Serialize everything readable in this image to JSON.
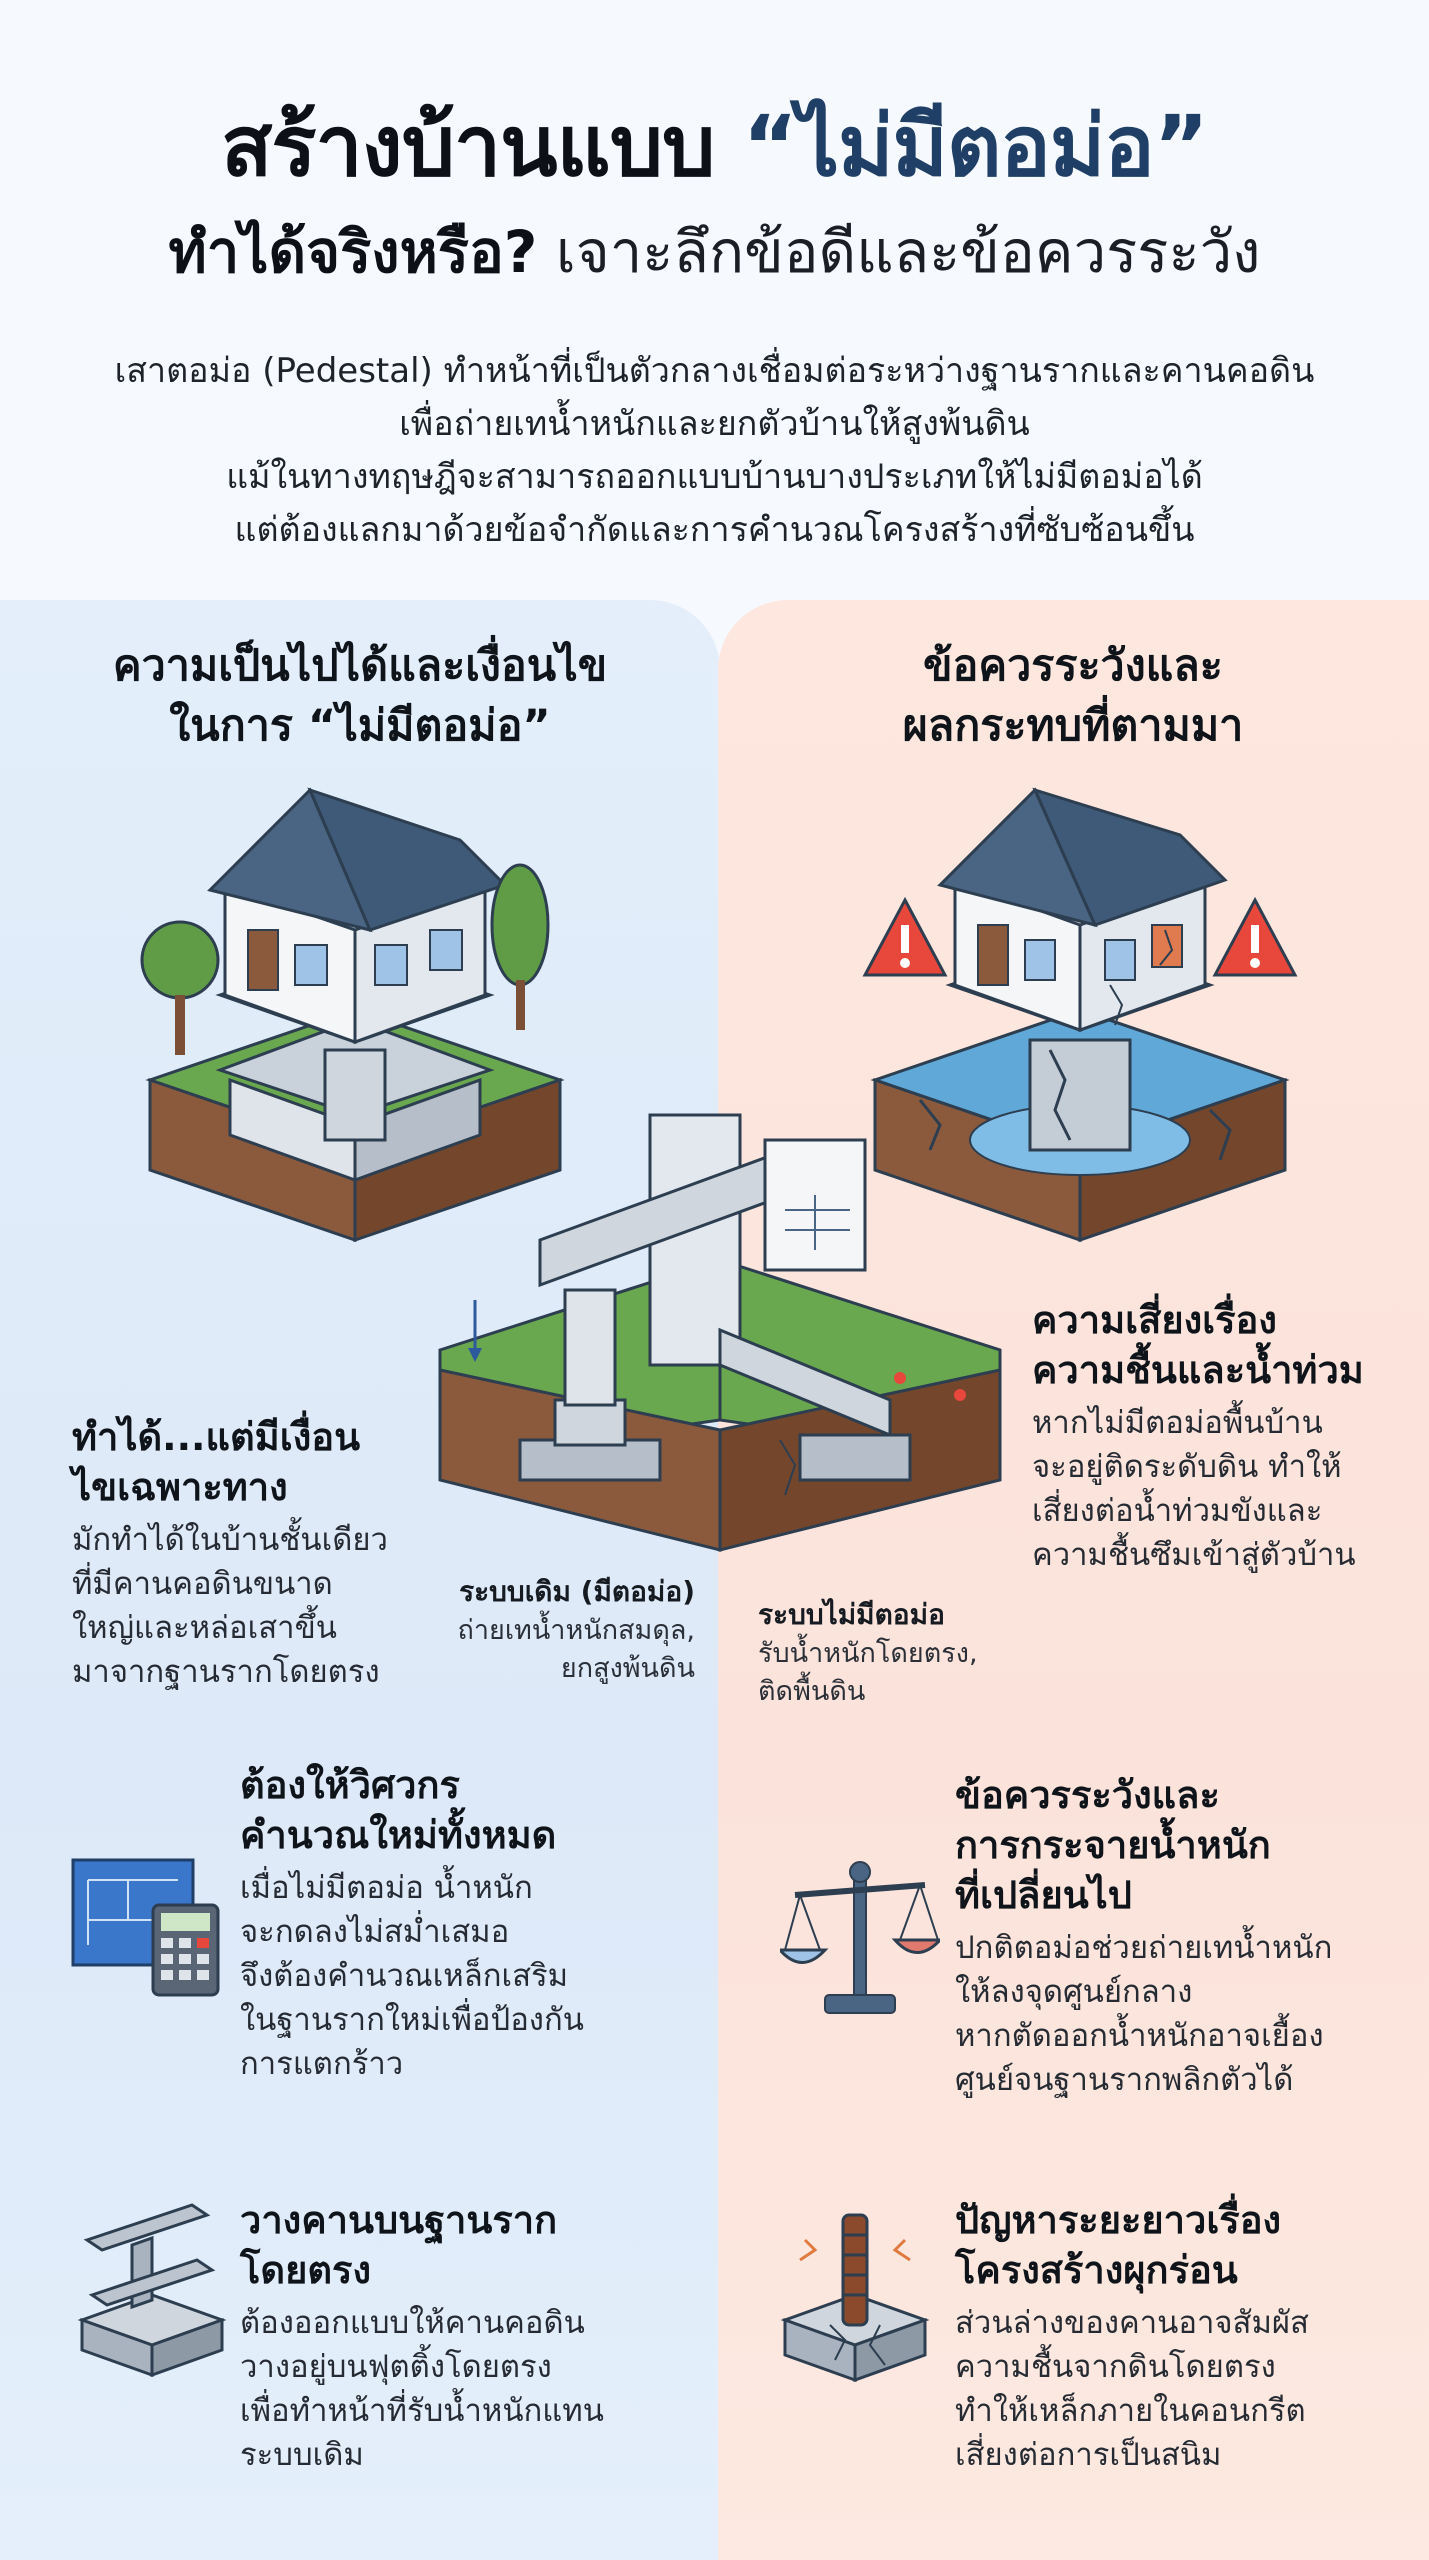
{
  "header": {
    "title_prefix": "สร้างบ้านแบบ",
    "title_accent": "“ไม่มีตอม่อ”",
    "subtitle_bold": "ทำได้จริงหรือ?",
    "subtitle_light": "เจาะลึกข้อดีและข้อควรระวัง"
  },
  "intro": {
    "lines": [
      "เสาตอม่อ (Pedestal) ทำหน้าที่เป็นตัวกลางเชื่อมต่อระหว่างฐานรากและคานคอดิน",
      "เพื่อถ่ายเทน้ำหนักและยกตัวบ้านให้สูงพ้นดิน",
      "แม้ในทางทฤษฎีจะสามารถออกแบบบ้านบางประเภทให้ไม่มีตอม่อได้",
      "แต่ต้องแลกมาด้วยข้อจำกัดและการคำนวณโครงสร้างที่ซับซ้อนขึ้น"
    ]
  },
  "left_column": {
    "heading": [
      "ความเป็นไปได้และเงื่อนไข",
      "ในการ “ไม่มีตอม่อ”"
    ],
    "conditional": {
      "title": [
        "ทำได้...แต่มีเงื่อน",
        "ไขเฉพาะทาง"
      ],
      "body": [
        "มักทำได้ในบ้านชั้นเดียว",
        "ที่มีคานคอดินขนาด",
        "ใหญ่และหล่อเสาขึ้น",
        "มาจากฐานรากโดยตรง"
      ]
    },
    "engineer": {
      "title": [
        "ต้องให้วิศวกร",
        "คำนวณใหม่ทั้งหมด"
      ],
      "body": [
        "เมื่อไม่มีตอม่อ น้ำหนัก",
        "จะกดลงไม่สม่ำเสมอ",
        "จึงต้องคำนวณเหล็กเสริม",
        "ในฐานรากใหม่เพื่อป้องกัน",
        "การแตกร้าว"
      ]
    },
    "beam": {
      "title": [
        "วางคานบนฐานราก",
        "โดยตรง"
      ],
      "body": [
        "ต้องออกแบบให้คานคอดิน",
        "วางอยู่บนฟุตติ้งโดยตรง",
        "เพื่อทำหน้าที่รับน้ำหนักแทน",
        "ระบบเดิม"
      ]
    }
  },
  "right_column": {
    "heading": [
      "ข้อควรระวังและ",
      "ผลกระทบที่ตามมา"
    ],
    "flood": {
      "title": [
        "ความเสี่ยงเรื่อง",
        "ความชื้นและน้ำท่วม"
      ],
      "body": [
        "หากไม่มีตอม่อพื้นบ้าน",
        "จะอยู่ติดระดับดิน ทำให้",
        "เสี่ยงต่อน้ำท่วมขังและ",
        "ความชื้นซึมเข้าสู่ตัวบ้าน"
      ]
    },
    "load": {
      "title": [
        "ข้อควรระวังและ",
        "การกระจายน้ำหนัก",
        "ที่เปลี่ยนไป"
      ],
      "body": [
        "ปกติตอม่อช่วยถ่ายเทน้ำหนัก",
        "ให้ลงจุดศูนย์กลาง",
        "หากตัดออกน้ำหนักอาจเยื้อง",
        "ศูนย์จนฐานรากพลิกตัวได้"
      ]
    },
    "corrosion": {
      "title": [
        "ปัญหาระยะยาวเรื่อง",
        "โครงสร้างผุกร่อน"
      ],
      "body": [
        "ส่วนล่างของคานอาจสัมผัส",
        "ความชื้นจากดินโดยตรง",
        "ทำให้เหล็กภายในคอนกรีต",
        "เสี่ยงต่อการเป็นสนิม"
      ]
    }
  },
  "diagram": {
    "traditional": {
      "title": "ระบบเดิม (มีตอม่อ)",
      "body": [
        "ถ่ายเทน้ำหนักสมดุล,",
        "ยกสูงพ้นดิน"
      ]
    },
    "no_pedestal": {
      "title": "ระบบไม่มีตอม่อ",
      "body": [
        "รับน้ำหนักโดยตรง,",
        "ติดพื้นดิน"
      ]
    }
  },
  "colors": {
    "accent_blue": "#1f3f66",
    "left_panel": "#e3eefa",
    "right_panel": "#fde7df",
    "roof": "#4a6584",
    "grass": "#6aa84f",
    "soil": "#8b5a3c",
    "water": "#5fa8d8",
    "warning": "#e8473c"
  },
  "icons": {
    "house_good": "house-on-pedestal-illustration",
    "house_bad": "flooded-cracked-house-illustration",
    "warning": "warning-triangle-icon",
    "blueprint": "blueprint-calculator-icon",
    "scale": "balance-scale-icon",
    "beam": "i-beam-footing-icon",
    "rust": "rusted-rebar-icon"
  }
}
